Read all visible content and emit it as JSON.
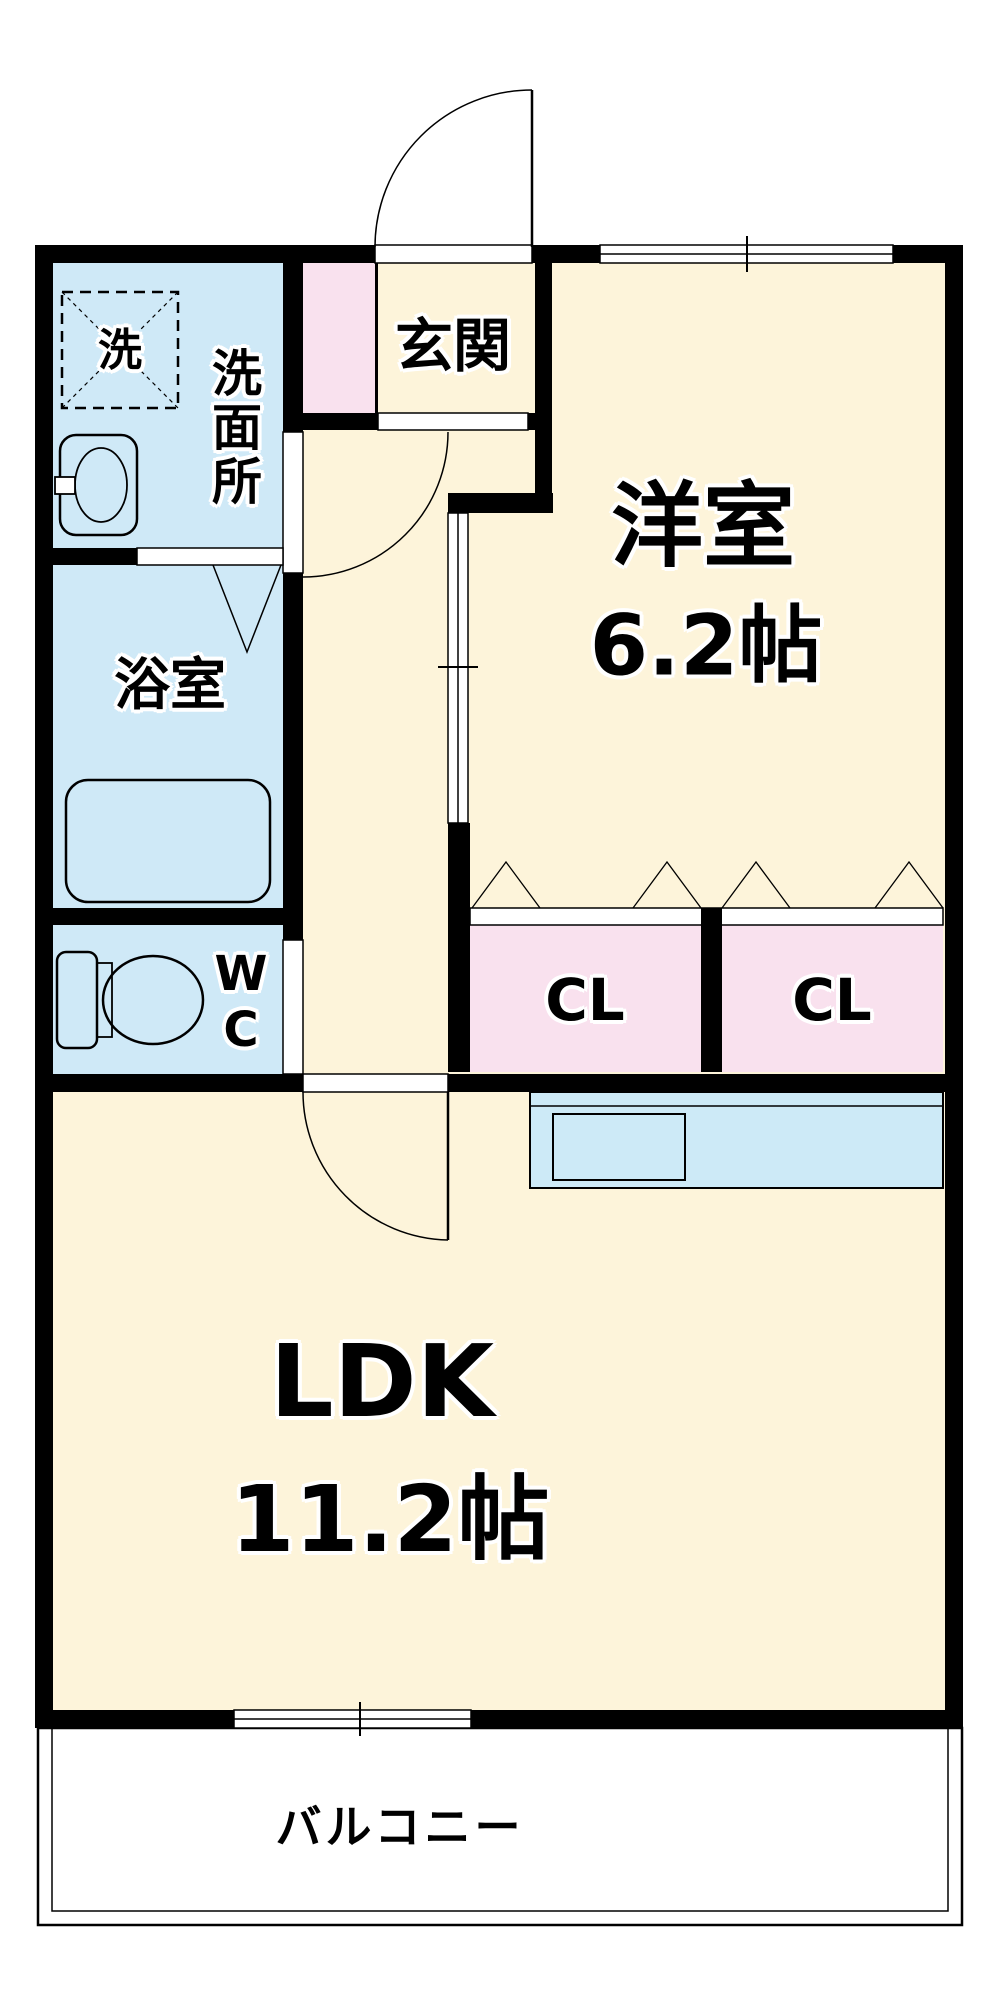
{
  "rooms": {
    "genkan": {
      "label": "玄関"
    },
    "washroom": {
      "label": "洗面所"
    },
    "washing_machine": {
      "label": "洗"
    },
    "bathroom": {
      "label": "浴室"
    },
    "toilet_room": {
      "label": "WC"
    },
    "western_room": {
      "label": "洋室",
      "size": "6.2帖"
    },
    "closet_left": {
      "label": "CL"
    },
    "closet_right": {
      "label": "CL"
    },
    "ldk": {
      "label": "LDK",
      "size": "11.2帖"
    },
    "balcony": {
      "label": "バルコニー"
    }
  },
  "colors": {
    "wall": "#000000",
    "floor_cream": "#fdf4da",
    "wet_area_blue": "#cfe9f7",
    "closet_pink": "#f9e1ee",
    "counter_blue": "#cdeaf7",
    "background": "#ffffff",
    "line": "#000000"
  }
}
